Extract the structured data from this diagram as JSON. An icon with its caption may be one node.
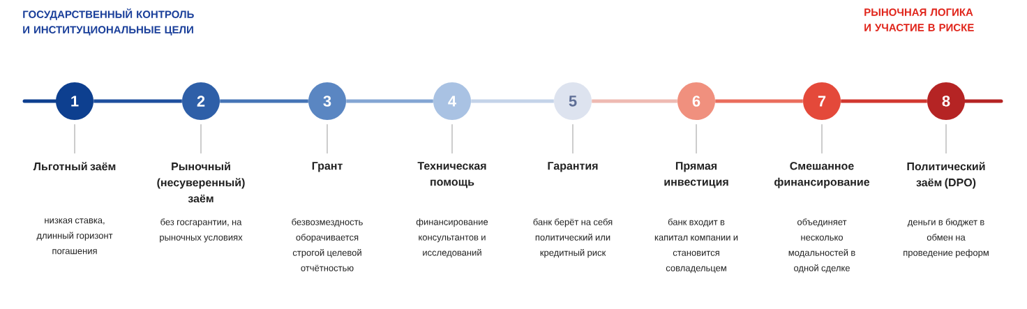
{
  "diagram": {
    "nodes": [
      {
        "text": [
          "1"
        ]
      },
      {
        "text": [
          "Льготный заём",
          "низкая ставка, длинный горизонт погашения"
        ]
      },
      {
        "text": [
          "2"
        ]
      },
      {
        "text": [
          "Рыночный (несуверенный) заём",
          "без госгарантии, на рыночных условиях"
        ]
      },
      {
        "text": [
          "3"
        ]
      },
      {
        "text": [
          "Грант",
          "безвозмездность оборачивается строгой целевой отчётностью"
        ]
      },
      {
        "text": [
          "4"
        ]
      },
      {
        "text": [
          "Техническая помощь",
          "финансирование консультантов и исследований"
        ]
      },
      {
        "text": [
          "5"
        ]
      },
      {
        "text": [
          "Гарантия",
          "банк берёт на себя политический или кредитный риск"
        ]
      },
      {
        "text": [
          "6"
        ]
      },
      {
        "text": [
          "Прямая инвестиция",
          "банк входит в капитал компании и становится совладельцем"
        ]
      },
      {
        "text": [
          "7"
        ]
      },
      {
        "text": [
          "Смешанное финансирование",
          "объединяет несколько модальностей в одной сделке"
        ]
      },
      {
        "text": [
          "8"
        ]
      },
      {
        "text": [
          "Политический заём (DPO)",
          "деньги в бюджет в обмен на проведение реформ"
        ]
      }
    ],
    "edges": [
      {
        "from": 0,
        "to": 2,
        "arrow": "none",
        "style": "thick",
        "color": "#1f4f9e"
      },
      {
        "from": 2,
        "to": 4,
        "arrow": "none",
        "style": "thick",
        "color": "#4574b6"
      },
      {
        "from": 4,
        "to": 6,
        "arrow": "none",
        "style": "thick",
        "color": "#83a5d3"
      },
      {
        "from": 6,
        "to": 8,
        "arrow": "none",
        "style": "thick",
        "color": "#c4d3e9"
      },
      {
        "from": 8,
        "to": 10,
        "arrow": "none",
        "style": "thick",
        "color": "#eebab2"
      },
      {
        "from": 10,
        "to": 12,
        "arrow": "none",
        "style": "thick",
        "color": "#ea6d5c"
      },
      {
        "from": 12,
        "to": 14,
        "arrow": "none",
        "style": "thick",
        "color": "#d1372f"
      },
      {
        "from": 0,
        "to": 1,
        "arrow": "none"
      },
      {
        "from": 2,
        "to": 3,
        "arrow": "none"
      },
      {
        "from": 4,
        "to": 5,
        "arrow": "none"
      },
      {
        "from": 6,
        "to": 7,
        "arrow": "none"
      },
      {
        "from": 8,
        "to": 9,
        "arrow": "none"
      },
      {
        "from": 10,
        "to": 11,
        "arrow": "none"
      },
      {
        "from": 12,
        "to": 13,
        "arrow": "none"
      },
      {
        "from": 14,
        "to": 15,
        "arrow": "none"
      }
    ],
    "labels": [
      "ГОСУДАРСТВЕННЫЙ КОНТРОЛЬ И ИНСТИТУЦИОНАЛЬНЫЕ ЦЕЛИ",
      "РЫНОЧНАЯ ЛОГИКА И УЧАСТИЕ В РИСКЕ"
    ]
  }
}
